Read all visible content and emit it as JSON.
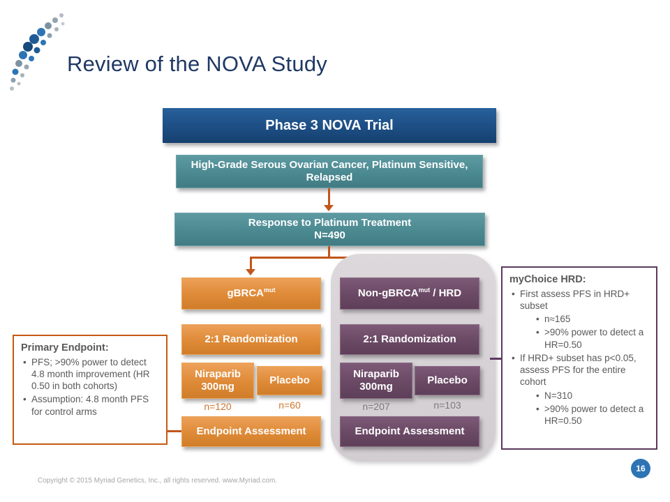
{
  "slide": {
    "title": "Review of the NOVA Study",
    "footer": "Copyright © 2015 Myriad Genetics, Inc., all rights reserved.  www.Myriad.com.",
    "page_number": "16"
  },
  "colors": {
    "navy": "#1F4E79",
    "teal": "#4A8890",
    "orange": "#DE8A37",
    "plum": "#6A4965",
    "arrow_orange": "#C0561B",
    "callout_orange_border": "#C55A11",
    "callout_purple_border": "#5B3A5D",
    "text_grey": "#595959"
  },
  "flow": {
    "header": "Phase 3 NOVA Trial",
    "population": "High-Grade Serous Ovarian Cancer, Platinum Sensitive, Relapsed",
    "response": "Response to Platinum Treatment\nN=490",
    "left": {
      "cohort_prefix": "gBRCA",
      "cohort_sup": "mut",
      "cohort_suffix": "",
      "randomization": "2:1 Randomization",
      "arm1": "Niraparib\n300mg",
      "arm2": "Placebo",
      "n1": "n=120",
      "n2": "n=60",
      "endpoint": "Endpoint Assessment"
    },
    "right": {
      "cohort_prefix": "Non-gBRCA",
      "cohort_sup": "mut",
      "cohort_suffix": " / HRD",
      "randomization": "2:1 Randomization",
      "arm1": "Niraparib\n300mg",
      "arm2": "Placebo",
      "n1": "n=207",
      "n2": "n=103",
      "endpoint": "Endpoint Assessment"
    }
  },
  "primary_endpoint": {
    "title": "Primary Endpoint:",
    "bullets": [
      "PFS; >90% power to detect 4.8 month improvement (HR 0.50 in both cohorts)",
      "Assumption: 4.8 month PFS for control arms"
    ]
  },
  "mychoice": {
    "title": "myChoice HRD:",
    "items": [
      {
        "text": "First assess PFS in HRD+ subset",
        "subs": [
          "n≈165",
          ">90% power to detect a HR=0.50"
        ]
      },
      {
        "text": "If HRD+ subset has p<0.05, assess PFS for the entire cohort",
        "subs": [
          "N=310",
          ">90% power to detect a HR=0.50"
        ]
      }
    ]
  }
}
